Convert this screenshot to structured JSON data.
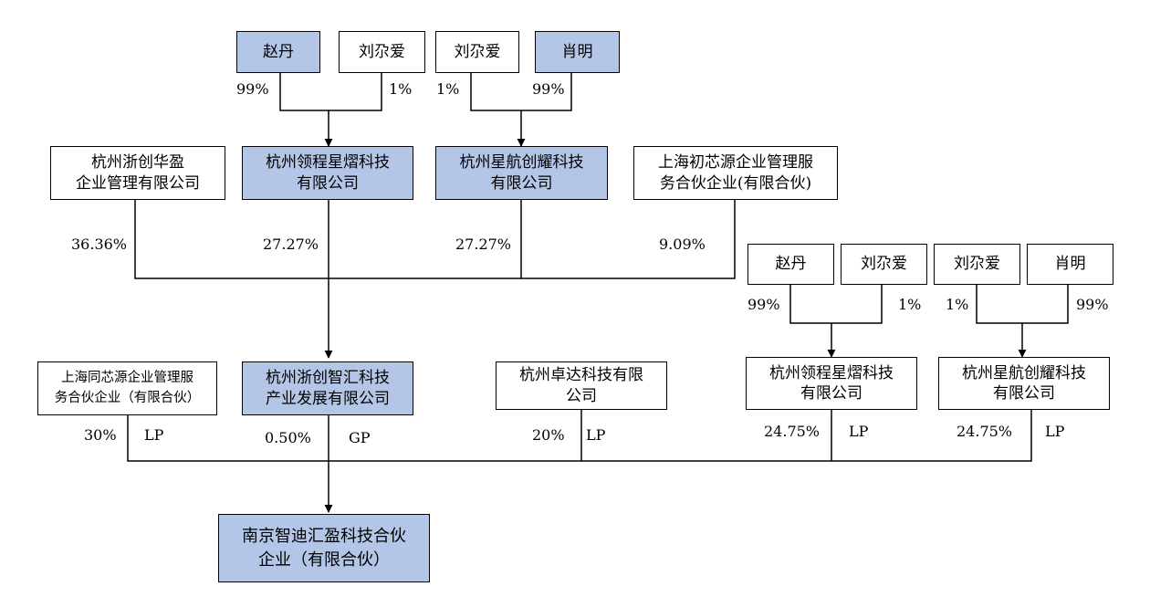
{
  "colors": {
    "highlight": "#b4c6e7",
    "line": "#000000",
    "box_fill": "#ffffff"
  },
  "diagram": {
    "top_left_group": {
      "person_a": "赵丹",
      "person_b": "刘尕爱",
      "pct_a": "99%",
      "pct_b": "1%"
    },
    "top_right_group": {
      "person_a": "刘尕爱",
      "person_b": "肖明",
      "pct_a": "1%",
      "pct_b": "99%"
    },
    "mid_boxes": {
      "huaying_line1": "杭州浙创华盈",
      "huaying_line2": "企业管理有限公司",
      "lingcheng_line1": "杭州领程星熠科技",
      "lingcheng_line2": "有限公司",
      "xinghang_line1": "杭州星航创耀科技",
      "xinghang_line2": "有限公司",
      "chuxinyuan_line1": "上海初芯源企业管理服",
      "chuxinyuan_line2": "务合伙企业(有限合伙)"
    },
    "mid_pcts": {
      "huaying": "36.36%",
      "lingcheng": "27.27%",
      "xinghang": "27.27%",
      "chuxinyuan": "9.09%"
    },
    "right_left_group": {
      "person_a": "赵丹",
      "person_b": "刘尕爱",
      "pct_a": "99%",
      "pct_b": "1%"
    },
    "right_right_group": {
      "person_a": "刘尕爱",
      "person_b": "肖明",
      "pct_a": "1%",
      "pct_b": "99%"
    },
    "lower_boxes": {
      "tongxinyuan_line1": "上海同芯源企业管理服",
      "tongxinyuan_line2": "务合伙企业（有限合伙）",
      "zhihui_line1": "杭州浙创智汇科技",
      "zhihui_line2": "产业发展有限公司",
      "zhuoda_line1": "杭州卓达科技有限",
      "zhuoda_line2": "公司",
      "lingcheng2_line1": "杭州领程星熠科技",
      "lingcheng2_line2": "有限公司",
      "xinghang2_line1": "杭州星航创耀科技",
      "xinghang2_line2": "有限公司"
    },
    "lower_labels": {
      "tongxinyuan_pct": "30%",
      "tongxinyuan_role": "LP",
      "zhihui_pct": "0.50%",
      "zhihui_role": "GP",
      "zhuoda_pct": "20%",
      "zhuoda_role": "LP",
      "lingcheng2_pct": "24.75%",
      "lingcheng2_role": "LP",
      "xinghang2_pct": "24.75%",
      "xinghang2_role": "LP"
    },
    "bottom_box": {
      "line1": "南京智迪汇盈科技合伙",
      "line2": "企业（有限合伙）"
    }
  }
}
